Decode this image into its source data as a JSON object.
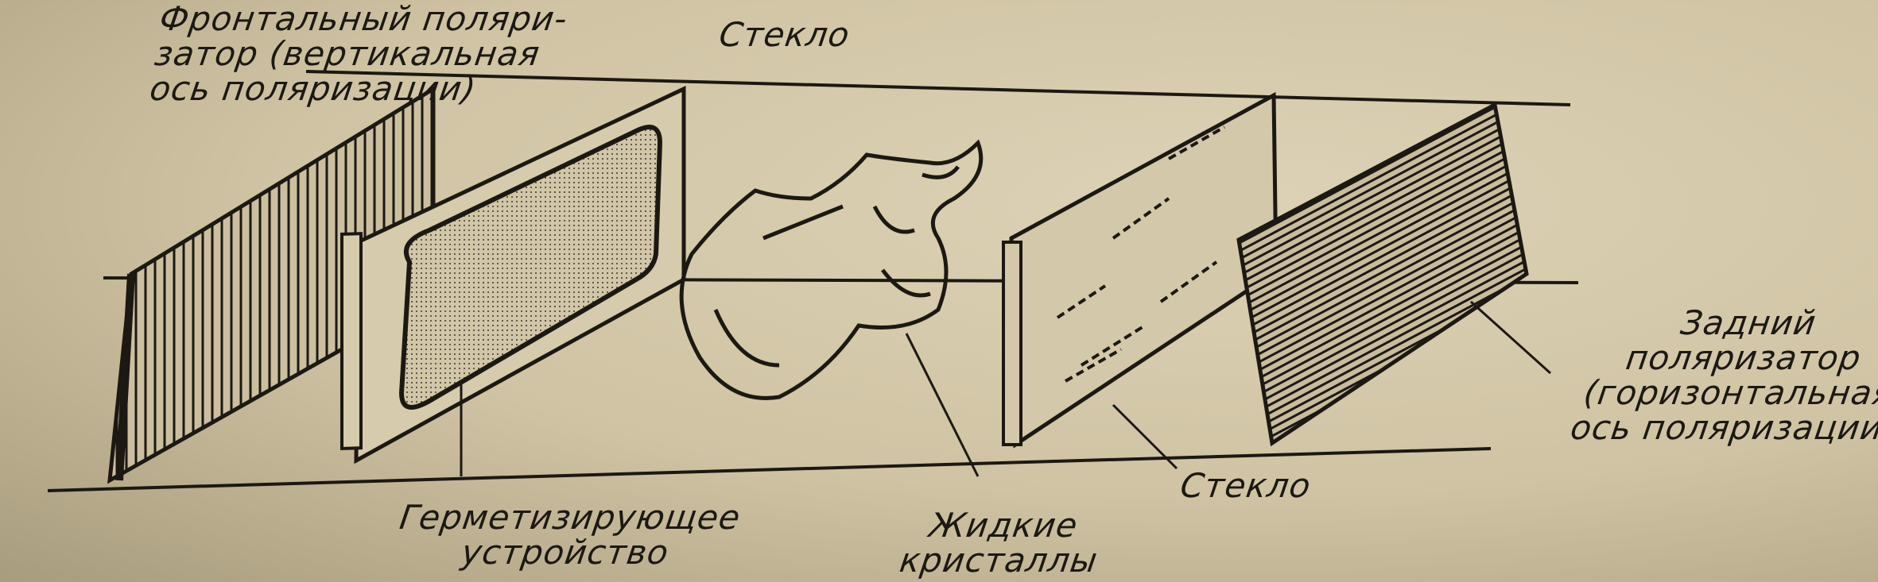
{
  "title": "Структура жидкокристаллического индикатора",
  "labels": {
    "front_polarizer": [
      "Фронтальный поляри-",
      "затор (вертикальная",
      "ось поляризации)"
    ],
    "glass_top": "Стекло",
    "back_polarizer": [
      "Задний",
      "поляризатор",
      "(горизонтальная",
      "ось поляризации)"
    ],
    "glass_bottom": "Стекло",
    "liquid_crystals": [
      "Жидкие",
      "кристаллы"
    ],
    "sealing_device": [
      "Герметизирующее",
      "устройство"
    ]
  },
  "colors": {
    "ink": "#1c1812",
    "paper": "#d8ccae"
  }
}
